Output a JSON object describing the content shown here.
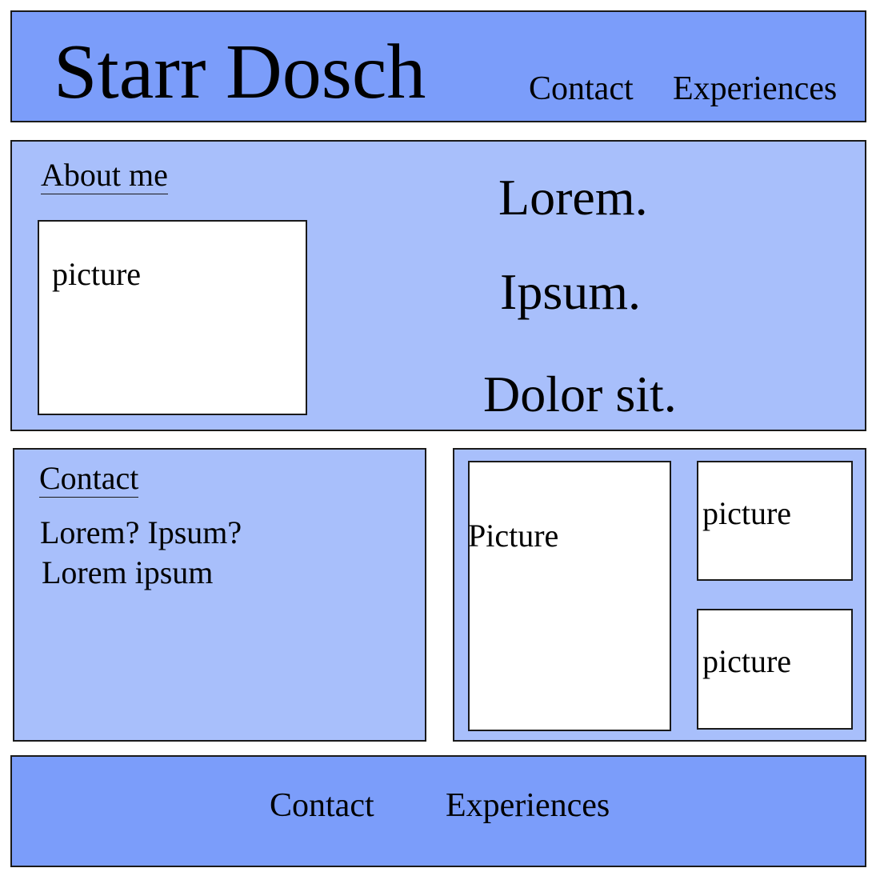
{
  "header": {
    "title": "Starr Dosch",
    "nav": [
      "Contact",
      "Experiences"
    ]
  },
  "about": {
    "heading": "About me",
    "picture_label": "picture",
    "lines": [
      "Lorem.",
      "Ipsum.",
      "Dolor sit."
    ]
  },
  "contact": {
    "heading": "Contact",
    "lines": [
      "Lorem? Ipsum?",
      "Lorem ipsum"
    ]
  },
  "gallery": {
    "large_label": "Picture",
    "small_labels": [
      "picture",
      "picture"
    ]
  },
  "footer": {
    "nav": [
      "Contact",
      "Experiences"
    ]
  },
  "colors": {
    "header_bg": "#7b9dfa",
    "section_bg": "#a8bffb",
    "border": "#1a1a1a"
  }
}
